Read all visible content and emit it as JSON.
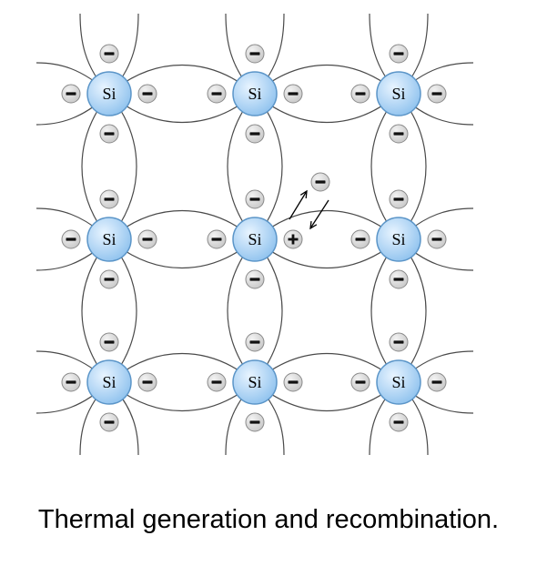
{
  "diagram": {
    "atom_label": "Si",
    "electron_symbol": "−",
    "hole_symbol": "+",
    "caption": "Thermal generation and recombination.",
    "colors": {
      "atom_fill": "#8fc2ee",
      "atom_highlight": "#e8f4ff",
      "atom_edge": "#5b95c8",
      "charge_fill": "#c9c9c9",
      "charge_edge": "#8a8a8a",
      "bond_line": "#4a4a4a"
    },
    "lattice": {
      "rows": 3,
      "columns": 3
    },
    "events": [
      {
        "name": "thermal-generation",
        "direction": "up-right"
      },
      {
        "name": "recombination",
        "direction": "down-left"
      }
    ]
  }
}
